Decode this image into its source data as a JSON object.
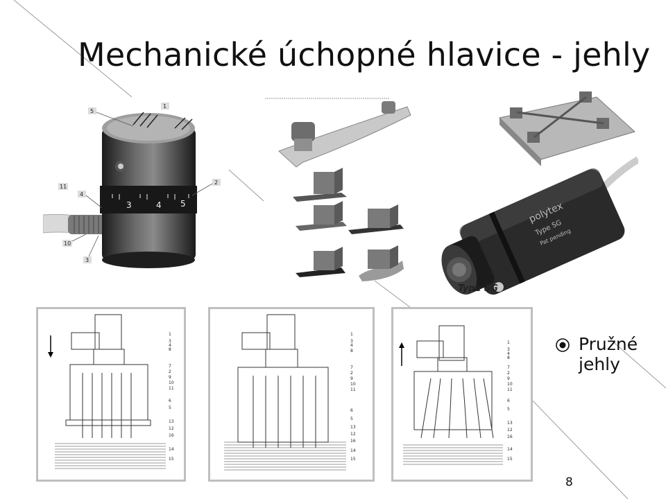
{
  "slide": {
    "title": "Mechanické úchopné hlavice - jehly",
    "bullets": [
      "Pružné jehly"
    ],
    "page_number": "8"
  },
  "images": {
    "gripper_callouts": [
      "5",
      "1",
      "2",
      "11",
      "4",
      "10",
      "3"
    ],
    "gripper_dial_digits": [
      "3",
      "4",
      "5"
    ],
    "polytex_label": "Type SG",
    "polytex_brand": "polytex",
    "polytex_engraving": [
      "Type SG",
      "Pat pending"
    ]
  },
  "diagrams": {
    "panel1_labels": [
      "1",
      "3",
      "4",
      "8",
      "7",
      "2",
      "9",
      "10",
      "11",
      "6",
      "5",
      "13",
      "12",
      "16",
      "14",
      "15"
    ],
    "panel2_labels": [
      "1",
      "3",
      "4",
      "8",
      "7",
      "2",
      "9",
      "10",
      "11",
      "6",
      "5",
      "13",
      "12",
      "16",
      "14",
      "15"
    ],
    "panel3_labels": [
      "1",
      "3",
      "4",
      "8",
      "7",
      "2",
      "9",
      "10",
      "11",
      "6",
      "5",
      "13",
      "12",
      "16",
      "14",
      "15"
    ]
  },
  "colors": {
    "accent_lines": "#9a9a9a",
    "photo_dark": "#2a2a2a",
    "panel_border": "#bfbfbf"
  }
}
